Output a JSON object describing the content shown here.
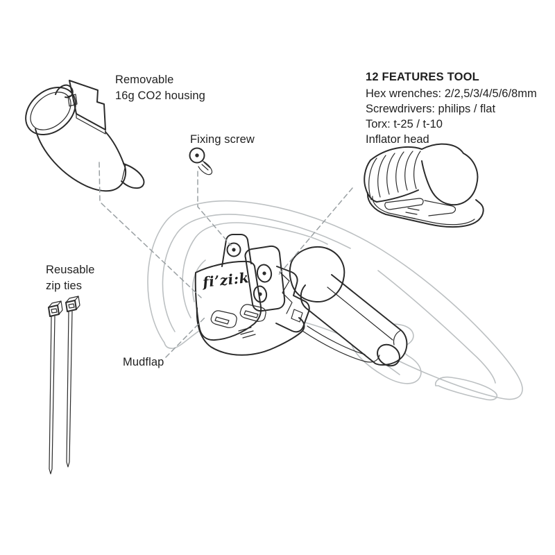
{
  "labels": {
    "co2_housing": {
      "line1": "Removable",
      "line2": "16g CO2 housing"
    },
    "fixing_screw": "Fixing screw",
    "features_tool": {
      "title": "12 FEATURES TOOL",
      "lines": [
        "Hex wrenches: 2/2,5/3/4/5/6/8mm",
        "Screwdrivers: philips / flat",
        "Torx: t-25 / t-10",
        "Inflator head"
      ]
    },
    "zip_ties": {
      "line1": "Reusable",
      "line2": "zip ties"
    },
    "mudflap": "Mudflap",
    "brand": "fi’zi:k"
  },
  "colors": {
    "line_dark": "#2b2b2b",
    "line_light": "#bcc0c2",
    "leader": "#9aa0a3",
    "text": "#1f1f1f",
    "background": "#ffffff"
  }
}
